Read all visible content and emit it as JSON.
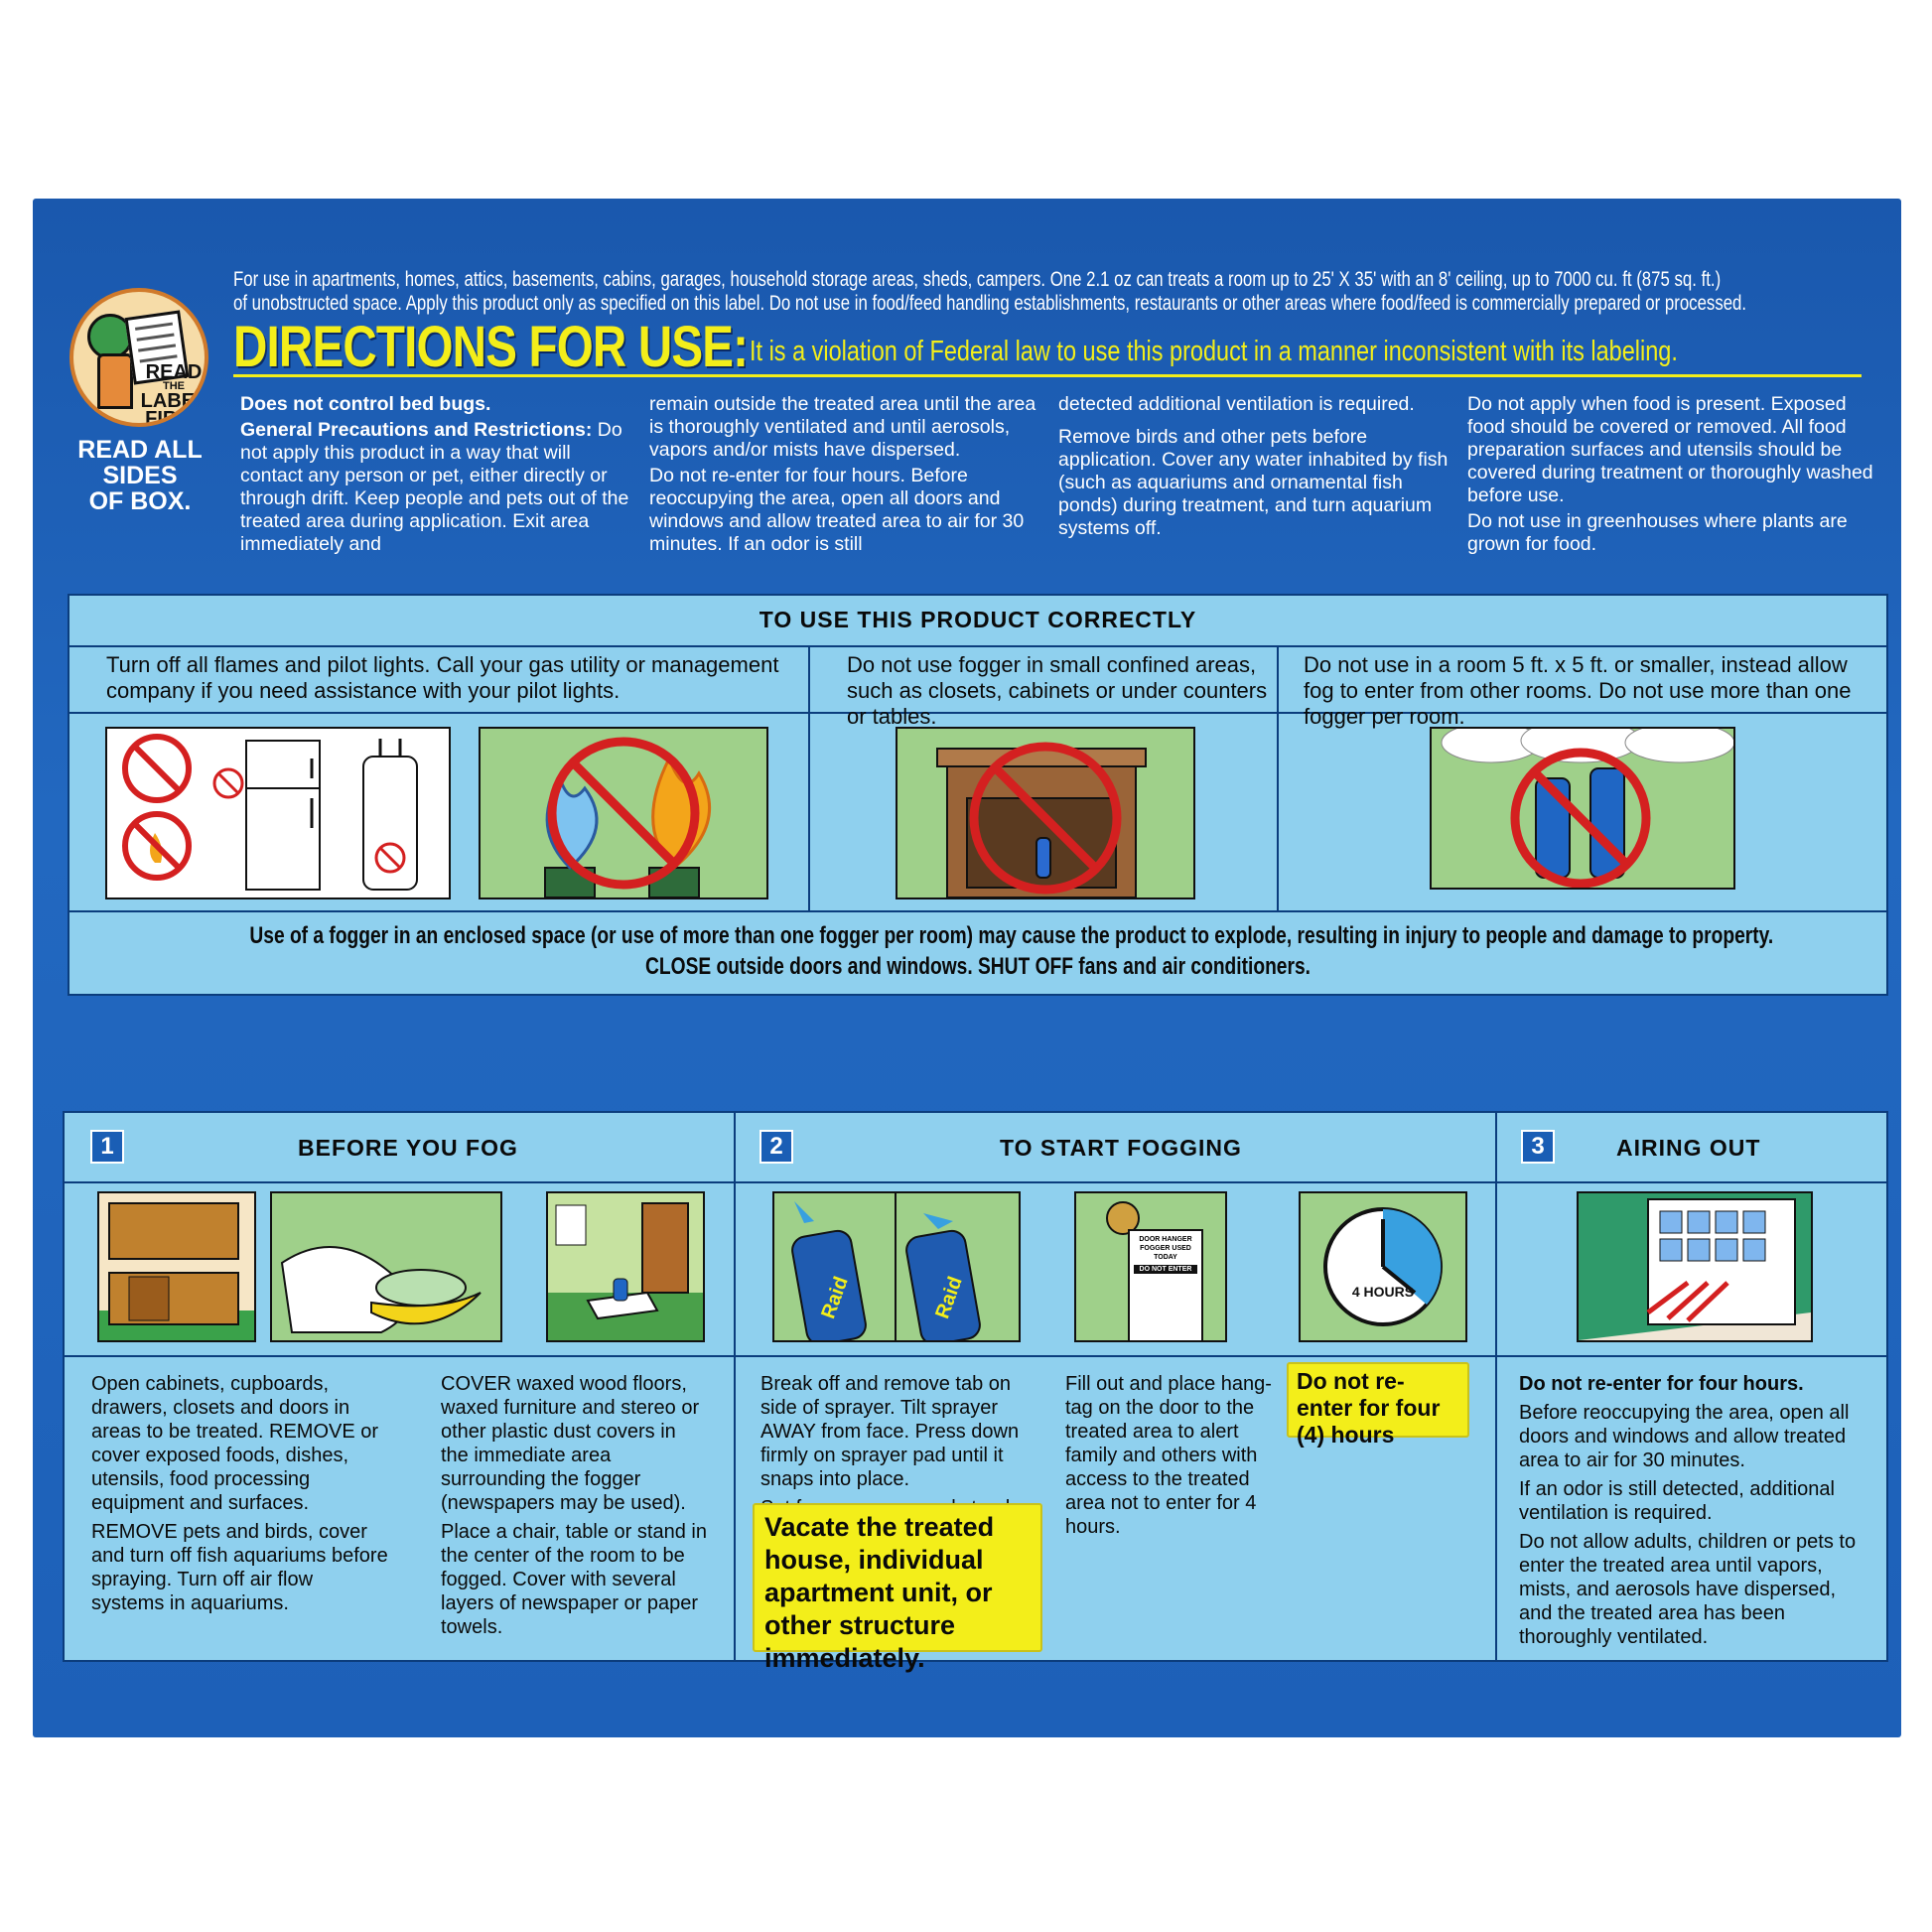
{
  "badge": {
    "line1": "READ",
    "line2": "THE",
    "line3": "LABEL",
    "line4": "FIRST",
    "caption_lines": [
      "READ ALL",
      "SIDES",
      "OF BOX."
    ]
  },
  "intro": {
    "line1": "For use in apartments, homes, attics, basements, cabins, garages, household storage areas, sheds, campers. One 2.1 oz can treats a room up to 25' X 35' with an 8' ceiling, up to 7000 cu. ft (875 sq. ft.)",
    "line2": "of unobstructed space.  Apply this product only as specified on this label. Do not use in food/feed handling establishments, restaurants or other areas where food/feed is commercially prepared or processed."
  },
  "directions": {
    "title": "DIRECTIONS FOR USE:",
    "subtitle": "It is a violation of Federal law to use this product in a manner inconsistent with its labeling."
  },
  "precautions": {
    "col1_bold1": "Does not control bed bugs.",
    "col1_bold2": "General Precautions and Restrictions:",
    "col1_text": " Do not apply this product in a way that will contact any person or pet, either directly or through drift. Keep people and pets out of the treated area during application. Exit area immediately and",
    "col2_p1": "remain outside the treated area until the area is thoroughly ventilated and until aerosols, vapors and/or mists have dispersed.",
    "col2_p2": "Do not re-enter for four hours. Before reoccupying the area, open all doors and windows and allow treated area to air for 30 minutes. If an odor is still",
    "col3_p1": "detected additional ventilation is required.",
    "col3_p2": "Remove birds and other pets before application. Cover any water inhabited by fish (such as aquariums and ornamental fish ponds) during treatment, and turn aquarium systems off.",
    "col4_p1": "Do not apply when food is present. Exposed food should be covered or removed. All food preparation surfaces and utensils should be covered during treatment or thoroughly washed before use.",
    "col4_p2": "Do not use in greenhouses where plants are grown for food."
  },
  "correct_use": {
    "header": "TO USE THIS PRODUCT CORRECTLY",
    "cell1": "Turn off all flames and pilot lights. Call your gas utility or management company if you need assistance with your pilot lights.",
    "cell2": "Do not use fogger in small confined areas, such as closets, cabinets or under counters or tables.",
    "cell3": "Do not use in a room 5 ft. x 5 ft. or smaller, instead allow fog to enter from other rooms. Do not use more than one fogger per room.",
    "warning_line1": "Use of a fogger in an enclosed space (or use of more than one fogger per room) may cause the product to explode, resulting in injury to people and damage to property.",
    "warning_line2": "CLOSE outside doors and windows. SHUT OFF fans and air conditioners."
  },
  "steps": {
    "step1": {
      "number": "1",
      "title": "BEFORE YOU FOG",
      "left_p1": "Open cabinets, cupboards, drawers, closets and doors in areas to be treated. REMOVE or cover exposed foods, dishes, utensils, food processing equipment and surfaces.",
      "left_p2": "REMOVE pets and birds, cover and turn off fish aquariums before spraying. Turn off air flow systems in aquariums.",
      "right_p1": "COVER waxed wood floors, waxed furniture and stereo or other plastic dust covers in the immediate area surrounding the fogger (newspapers may be used).",
      "right_p2": "Place a chair, table or stand in the center of the room to be fogged. Cover with several layers of newspaper or paper towels."
    },
    "step2": {
      "number": "2",
      "title": "TO START FOGGING",
      "left_p1": "Break off and remove tab on side of sprayer. Tilt sprayer AWAY from face. Press down firmly on sprayer pad until it snaps into place.",
      "left_p2": "Set fogger on covered stand.",
      "vacate": "Vacate the treated house, individual apartment unit, or other structure immediately.",
      "mid_p1": "Fill out and place hang-tag on the door to the treated area to alert family and others with access to the treated area not to enter for 4 hours.",
      "reenter": "Do not re-enter for four (4) hours",
      "clock_label": "4 HOURS",
      "brand": "Raid",
      "tag_title": "DOOR HANGER",
      "tag_sub": "FOGGER USED TODAY",
      "tag_warn": "DO NOT ENTER"
    },
    "step3": {
      "number": "3",
      "title": "AIRING OUT",
      "bold": "Do not re-enter for four hours.",
      "p1": "Before reoccupying the area, open all doors and windows and allow treated area to air for 30 minutes.",
      "p2": "If an odor is still detected, additional ventilation is required.",
      "p3": "Do not allow adults, children or pets to enter the treated area until vapors, mists, and aerosols have dispersed, and the treated area has been thoroughly ventilated."
    }
  },
  "colors": {
    "panel_blue": "#1d5fb6",
    "light_blue": "#8fd0ee",
    "yellow": "#f3ee1a",
    "prohibit_red": "#d42020"
  }
}
